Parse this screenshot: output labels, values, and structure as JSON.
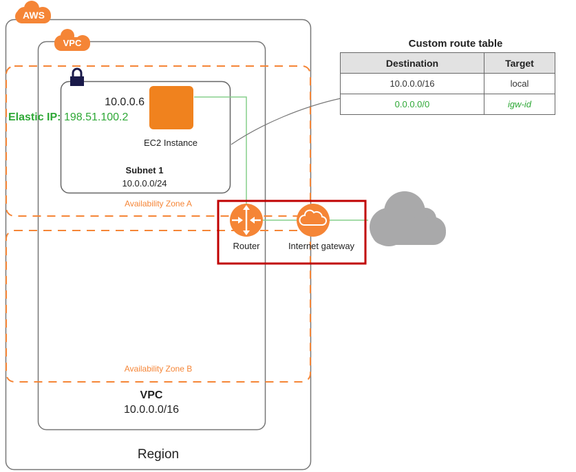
{
  "diagram": {
    "aws_badge": "AWS",
    "vpc_badge": "VPC",
    "region_label": "Region",
    "vpc": {
      "title": "VPC",
      "cidr": "10.0.0.0/16"
    },
    "availability_zones": [
      {
        "label": "Availability Zone A"
      },
      {
        "label": "Availability Zone B"
      }
    ],
    "subnet": {
      "title": "Subnet 1",
      "cidr": "10.0.0.0/24"
    },
    "instance": {
      "private_ip": "10.0.0.6",
      "elastic_ip_label": "Elastic IP:",
      "elastic_ip": "198.51.100.2",
      "label": "EC2 Instance"
    },
    "router": {
      "label": "Router"
    },
    "internet_gateway": {
      "label": "Internet gateway"
    },
    "route_table": {
      "title": "Custom route table",
      "headers": [
        "Destination",
        "Target"
      ],
      "rows": [
        {
          "destination": "10.0.0.0/16",
          "target": "local",
          "highlight": false
        },
        {
          "destination": "0.0.0.0/0",
          "target": "igw-id",
          "highlight": true
        }
      ]
    },
    "colors": {
      "aws_orange": "#f58536",
      "ec2_orange": "#f0821e",
      "route_green": "#2ea836",
      "highlight_red": "#c00000",
      "internet_cloud": "#a9a9aa",
      "lock_navy": "#1a1a4a"
    }
  }
}
